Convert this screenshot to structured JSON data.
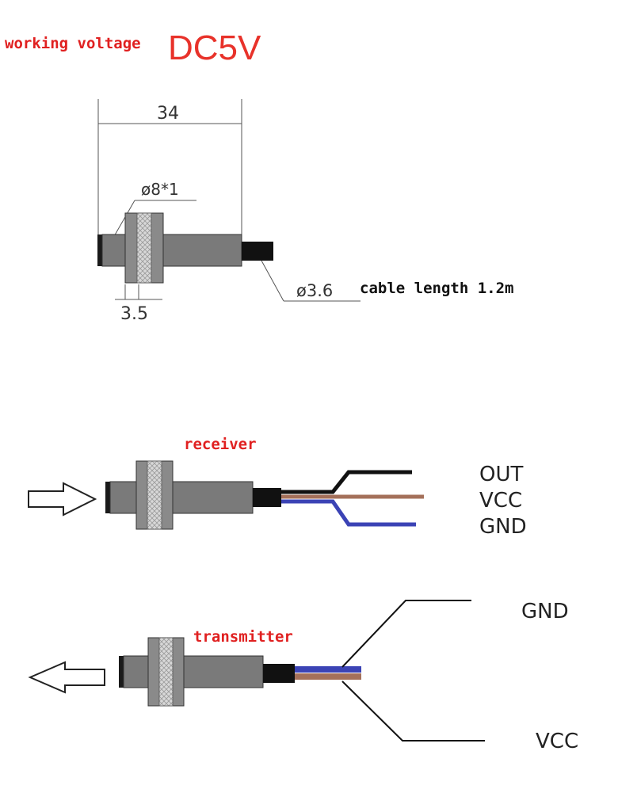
{
  "header": {
    "label": "working voltage",
    "voltage": "DC5V"
  },
  "dimensions": {
    "length": "34",
    "thread": "ø8*1",
    "nut_width": "3.5",
    "cable_diameter": "ø3.6",
    "cable_length": "cable length 1.2m"
  },
  "receiver": {
    "title": "receiver",
    "pins": [
      "OUT",
      "VCC",
      "GND"
    ]
  },
  "transmitter": {
    "title": "transmitter",
    "pins": [
      "GND",
      "VCC"
    ]
  },
  "colors": {
    "accent_red": "#e8322a",
    "body_grey": "#7a7a7a",
    "wire_black": "#111111",
    "wire_brown": "#a4705a",
    "wire_blue": "#3b43b5"
  }
}
